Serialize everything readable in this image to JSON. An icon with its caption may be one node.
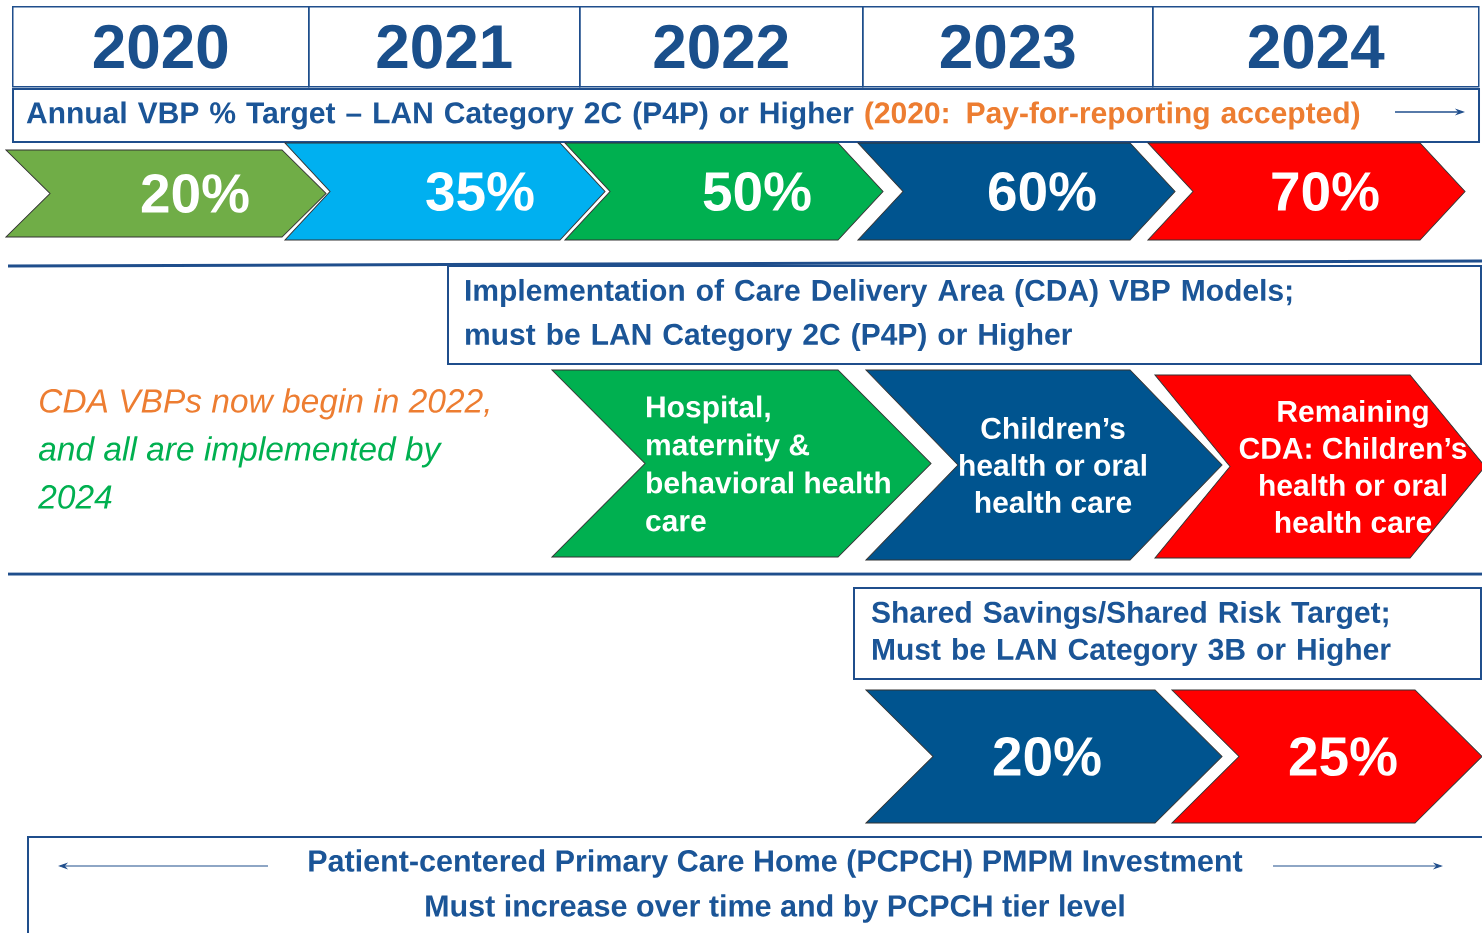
{
  "diagram": {
    "nodes": [
      {
        "text": [
          "2020"
        ]
      },
      {
        "text": [
          "2021"
        ]
      },
      {
        "text": [
          "2022"
        ]
      },
      {
        "text": [
          "2023"
        ]
      },
      {
        "text": [
          "2024"
        ]
      },
      {
        "text": [
          "Annual VBP % Target – LAN Category 2C (P4P) or Higher",
          "(2020: Pay-for-reporting accepted)"
        ]
      },
      {
        "text": [
          "20%"
        ]
      },
      {
        "text": [
          "35%"
        ]
      },
      {
        "text": [
          "50%"
        ]
      },
      {
        "text": [
          "60%"
        ]
      },
      {
        "text": [
          "70%"
        ]
      },
      {
        "text": [
          "Implementation of Care Delivery Area (CDA) VBP Models; must be LAN Category 2C (P4P) or Higher"
        ]
      },
      {
        "text": [
          "Hospital, maternity & behavioral health care"
        ]
      },
      {
        "text": [
          "Children’s health or oral health care"
        ]
      },
      {
        "text": [
          "Remaining CDA: Children’s health or oral health care"
        ]
      },
      {
        "text": [
          "Shared Savings/Shared Risk Target; Must be LAN Category 3B or Higher"
        ]
      },
      {
        "text": [
          "20%"
        ]
      },
      {
        "text": [
          "25%"
        ]
      },
      {
        "text": [
          "Patient-centered Primary Care Home (PCPCH) PMPM Investment",
          "Must increase over time and by PCPCH tier level"
        ]
      }
    ],
    "labels": [
      "CDA VBPs now begin in 2022,",
      "and all are implemented by 2024"
    ]
  }
}
